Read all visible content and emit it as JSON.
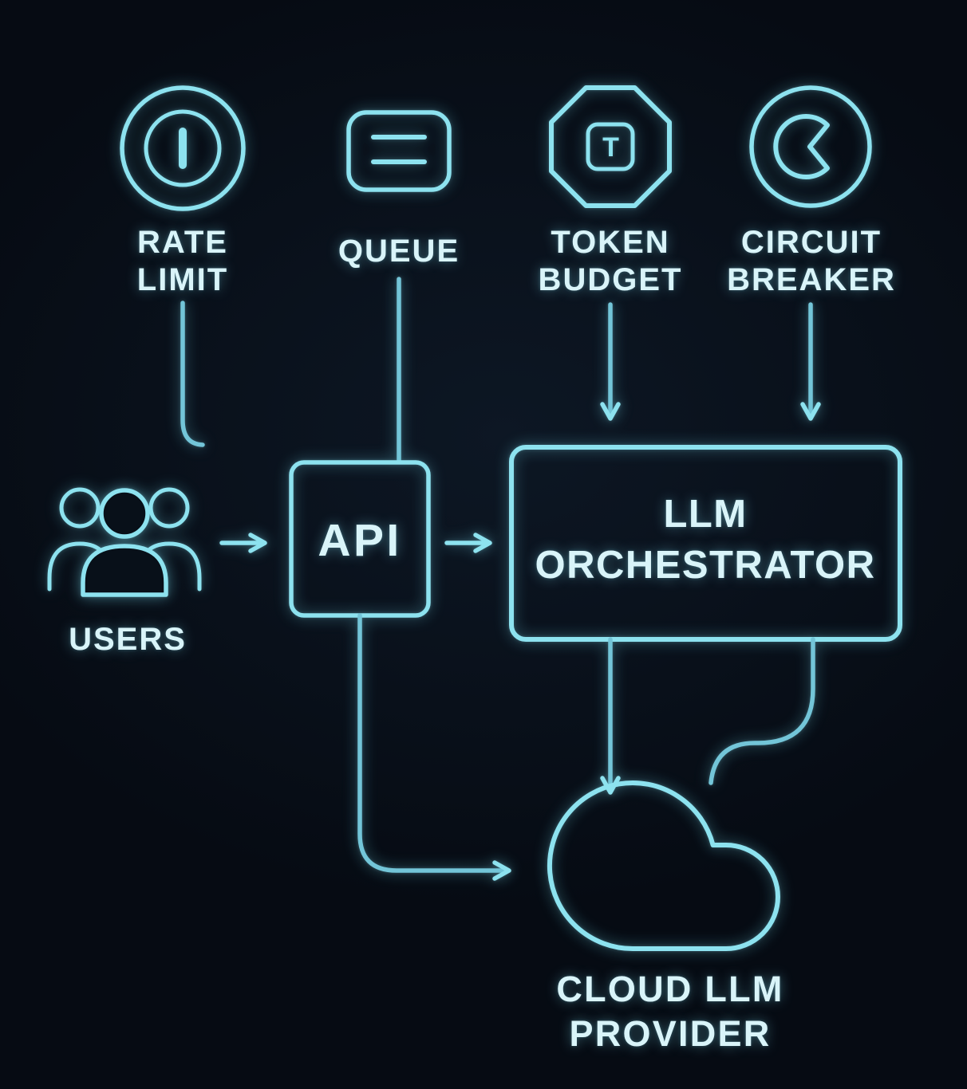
{
  "colors": {
    "bg": "#060b13",
    "bg_glow": "#0d1724",
    "line": "#8de2ef",
    "line_soft": "#73c5d8",
    "text": "#d9f4f9"
  },
  "nodes": {
    "rate_limit": {
      "label_lines": [
        "RATE",
        "LIMIT"
      ],
      "icon": "gauge-icon"
    },
    "queue": {
      "label_lines": [
        "QUEUE"
      ],
      "icon": "queue-icon"
    },
    "token_budget": {
      "label_lines": [
        "TOKEN",
        "BUDGET"
      ],
      "glyph": "T",
      "icon": "token-octagon-icon"
    },
    "circuit_breaker": {
      "label_lines": [
        "CIRCUIT",
        "BREAKER"
      ],
      "icon": "breaker-icon"
    },
    "users": {
      "label_lines": [
        "USERS"
      ],
      "icon": "users-icon"
    },
    "api": {
      "label": "API"
    },
    "llm_orchestrator": {
      "label_lines": [
        "LLM",
        "ORCHESTRATOR"
      ]
    },
    "cloud_llm_provider": {
      "label_lines": [
        "CLOUD LLM",
        "PROVIDER"
      ],
      "icon": "cloud-icon"
    }
  },
  "edges": [
    {
      "from": "users",
      "to": "api",
      "style": "arrow"
    },
    {
      "from": "api",
      "to": "llm_orchestrator",
      "style": "arrow"
    },
    {
      "from": "rate_limit",
      "to": "api",
      "style": "line"
    },
    {
      "from": "queue",
      "to": "api",
      "style": "line"
    },
    {
      "from": "token_budget",
      "to": "llm_orchestrator",
      "style": "arrow"
    },
    {
      "from": "circuit_breaker",
      "to": "llm_orchestrator",
      "style": "arrow"
    },
    {
      "from": "api",
      "to": "cloud_llm_provider",
      "style": "arrow"
    },
    {
      "from": "llm_orchestrator",
      "to": "cloud_llm_provider",
      "style": "arrow"
    },
    {
      "from": "llm_orchestrator",
      "to": "cloud_llm_provider",
      "style": "line"
    }
  ]
}
